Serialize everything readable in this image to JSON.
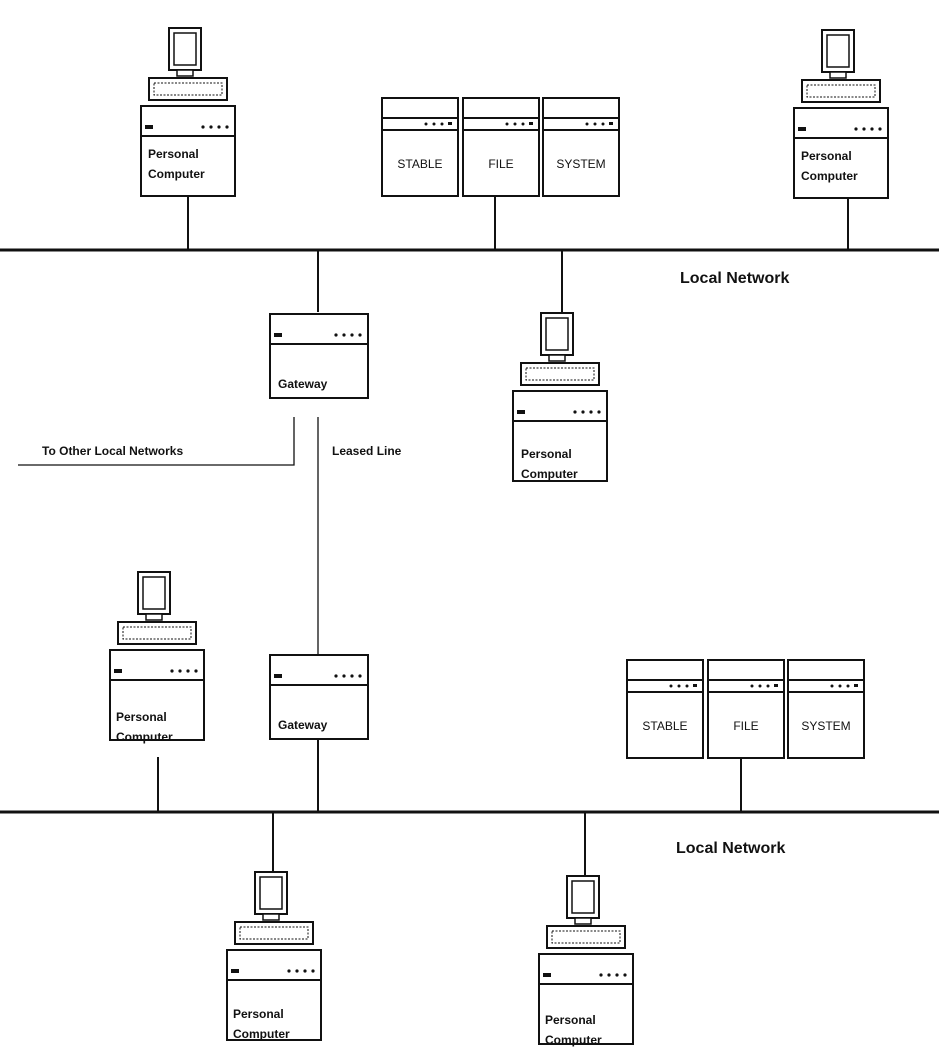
{
  "colors": {
    "ink": "#111111",
    "background": "#ffffff"
  },
  "labels": {
    "pc_line1": "Personal",
    "pc_line2": "Computer",
    "gateway": "Gateway",
    "stable": "STABLE",
    "file": "FILE",
    "system": "SYSTEM",
    "local_network": "Local Network",
    "to_other": "To Other Local Networks",
    "leased_line": "Leased Line"
  },
  "icons": {
    "personal_computer": "personal-computer-icon",
    "gateway": "gateway-icon",
    "file_server": "file-server-icon"
  }
}
